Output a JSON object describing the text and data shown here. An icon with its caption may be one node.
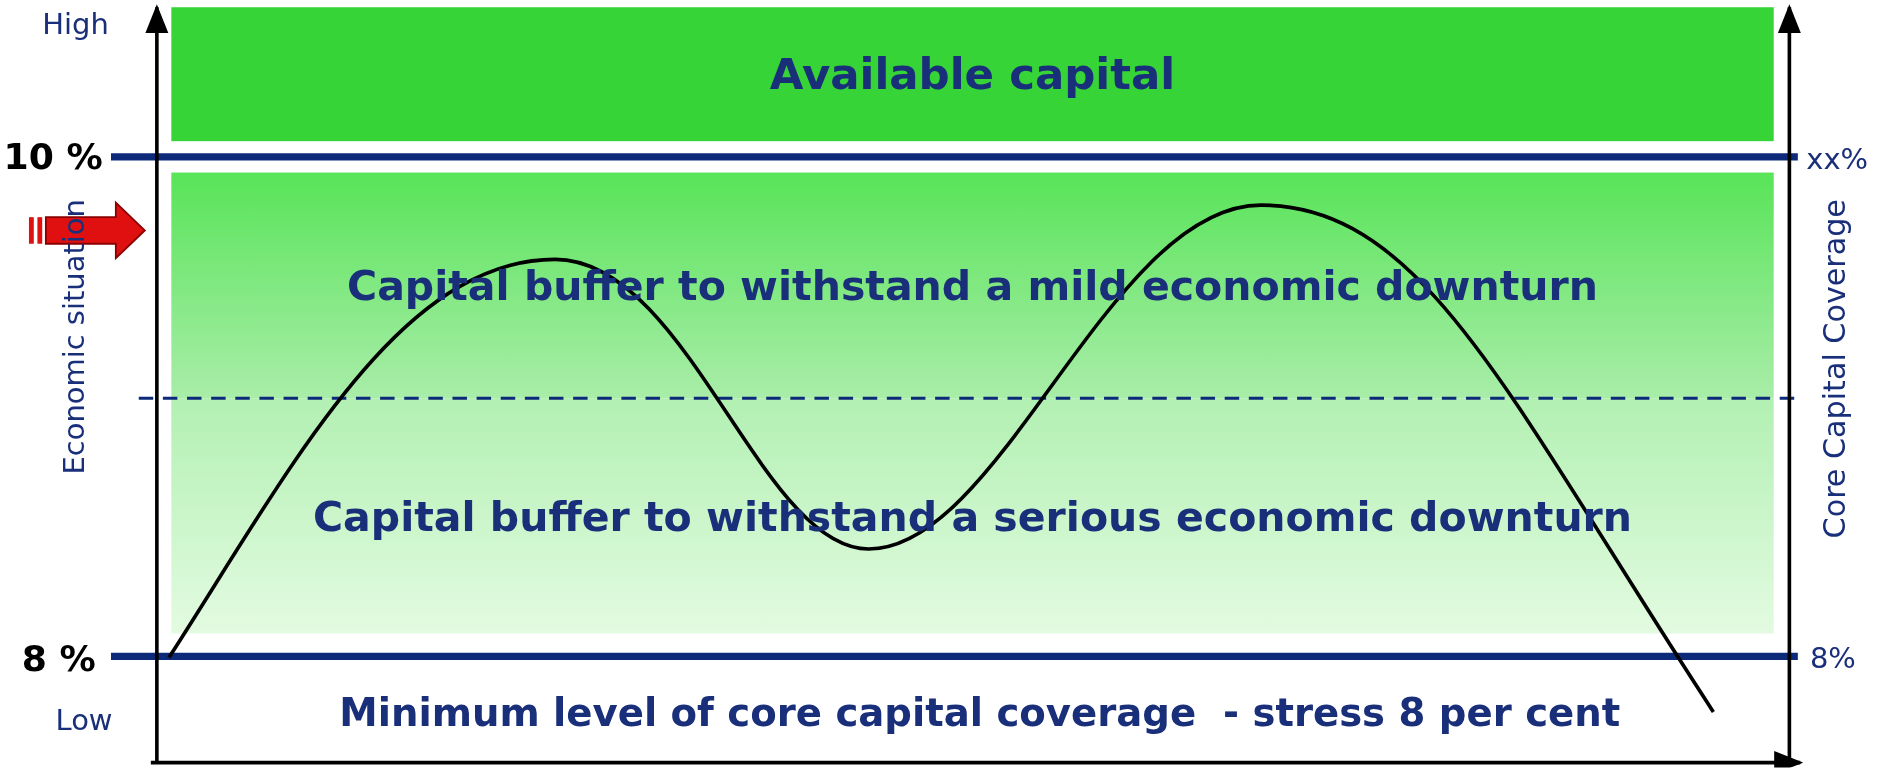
{
  "diagram": {
    "nodes": [
      {
        "text": [
          "Available capital"
        ]
      },
      {
        "text": [
          "Capital buffer to withstand a mild economic downturn"
        ]
      },
      {
        "text": [
          "Capital buffer to withstand a serious economic downturn"
        ]
      },
      {
        "text": [
          "Minimum level of core capital coverage  - stress 8 per cent"
        ]
      }
    ],
    "edges": [],
    "labels": [
      "High",
      "10 %",
      "xx%",
      "Economic situation",
      "Core Capital Coverage",
      "8 %",
      "8%",
      "Low"
    ]
  }
}
